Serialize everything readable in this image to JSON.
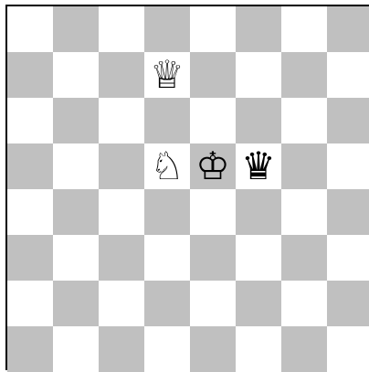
{
  "board": {
    "colors": {
      "light": "#ffffff",
      "dark": "#c0c0c0",
      "border": "#000000"
    },
    "starts_with_light": true,
    "rows": 8,
    "cols": 8,
    "pieces": [
      {
        "name": "white-queen-icon",
        "glyph": "♕",
        "row": 1,
        "col": 3
      },
      {
        "name": "white-knight-icon",
        "glyph": "♘",
        "row": 3,
        "col": 3
      },
      {
        "name": "white-king-icon",
        "glyph": "♔",
        "row": 3,
        "col": 4
      },
      {
        "name": "black-queen-icon",
        "glyph": "♛",
        "row": 3,
        "col": 5
      }
    ]
  }
}
